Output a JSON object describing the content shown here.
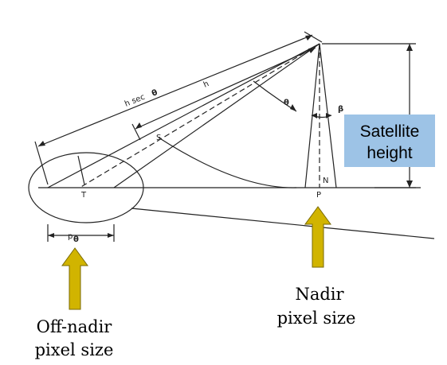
{
  "diagram": {
    "labels": {
      "h_sec_theta": "h sec",
      "theta_symbol": "θ",
      "h": "h",
      "theta": "θ",
      "beta": "β",
      "S": "S",
      "N": "N",
      "T": "T",
      "P": "P",
      "p_theta_p": "p",
      "p_theta_sub": "θ"
    },
    "satellite_box": {
      "line1": "Satellite",
      "line2": "height",
      "fill": "#9dc3e6"
    },
    "nadir_caption": {
      "line1": "Nadir",
      "line2": "pixel size"
    },
    "offnadir_caption": {
      "line1": "Off-nadir",
      "line2": "pixel size"
    },
    "arrow_color": "#d1b400",
    "arrow_stroke": "#7a6a00"
  }
}
